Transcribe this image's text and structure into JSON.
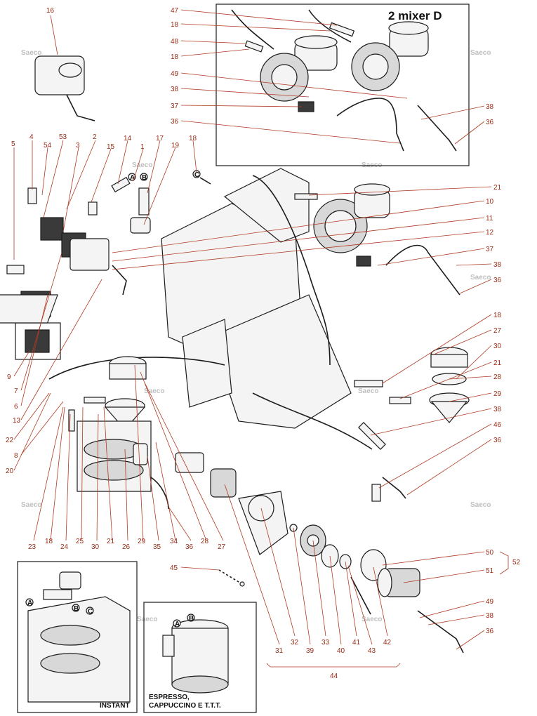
{
  "title": "2 mixer D",
  "caption_instant": "INSTANT",
  "caption_espresso_line1": "ESPRESSO,",
  "caption_espresso_line2": "CAPPUCCINO E T.T.T.",
  "watermark": "Saeco",
  "connector_a": "A",
  "connector_b": "B",
  "connector_c": "C",
  "labels": [
    {
      "id": "16",
      "text": "16"
    },
    {
      "id": "47",
      "text": "47"
    },
    {
      "id": "18a",
      "text": "18"
    },
    {
      "id": "48",
      "text": "48"
    },
    {
      "id": "18b",
      "text": "18"
    },
    {
      "id": "49a",
      "text": "49"
    },
    {
      "id": "38a",
      "text": "38"
    },
    {
      "id": "37a",
      "text": "37"
    },
    {
      "id": "36a",
      "text": "36"
    },
    {
      "id": "38b",
      "text": "38"
    },
    {
      "id": "36b",
      "text": "36"
    },
    {
      "id": "5",
      "text": "5"
    },
    {
      "id": "4",
      "text": "4"
    },
    {
      "id": "54",
      "text": "54"
    },
    {
      "id": "53",
      "text": "53"
    },
    {
      "id": "3",
      "text": "3"
    },
    {
      "id": "2",
      "text": "2"
    },
    {
      "id": "15",
      "text": "15"
    },
    {
      "id": "14",
      "text": "14"
    },
    {
      "id": "1",
      "text": "1"
    },
    {
      "id": "17",
      "text": "17"
    },
    {
      "id": "19",
      "text": "19"
    },
    {
      "id": "18c",
      "text": "18"
    },
    {
      "id": "21a",
      "text": "21"
    },
    {
      "id": "10",
      "text": "10"
    },
    {
      "id": "11",
      "text": "11"
    },
    {
      "id": "12",
      "text": "12"
    },
    {
      "id": "37b",
      "text": "37"
    },
    {
      "id": "38c",
      "text": "38"
    },
    {
      "id": "36c",
      "text": "36"
    },
    {
      "id": "18d",
      "text": "18"
    },
    {
      "id": "27a",
      "text": "27"
    },
    {
      "id": "30a",
      "text": "30"
    },
    {
      "id": "21b",
      "text": "21"
    },
    {
      "id": "28a",
      "text": "28"
    },
    {
      "id": "29a",
      "text": "29"
    },
    {
      "id": "38d",
      "text": "38"
    },
    {
      "id": "46",
      "text": "46"
    },
    {
      "id": "36d",
      "text": "36"
    },
    {
      "id": "9",
      "text": "9"
    },
    {
      "id": "7",
      "text": "7"
    },
    {
      "id": "6",
      "text": "6"
    },
    {
      "id": "13",
      "text": "13"
    },
    {
      "id": "22",
      "text": "22"
    },
    {
      "id": "8",
      "text": "8"
    },
    {
      "id": "20",
      "text": "20"
    },
    {
      "id": "23",
      "text": "23"
    },
    {
      "id": "18e",
      "text": "18"
    },
    {
      "id": "24",
      "text": "24"
    },
    {
      "id": "25",
      "text": "25"
    },
    {
      "id": "30b",
      "text": "30"
    },
    {
      "id": "21c",
      "text": "21"
    },
    {
      "id": "26",
      "text": "26"
    },
    {
      "id": "29b",
      "text": "29"
    },
    {
      "id": "35",
      "text": "35"
    },
    {
      "id": "34",
      "text": "34"
    },
    {
      "id": "36e",
      "text": "36"
    },
    {
      "id": "28b",
      "text": "28"
    },
    {
      "id": "27b",
      "text": "27"
    },
    {
      "id": "45",
      "text": "45"
    },
    {
      "id": "50",
      "text": "50"
    },
    {
      "id": "51",
      "text": "51"
    },
    {
      "id": "52",
      "text": "52"
    },
    {
      "id": "49b",
      "text": "49"
    },
    {
      "id": "38e",
      "text": "38"
    },
    {
      "id": "36f",
      "text": "36"
    },
    {
      "id": "31",
      "text": "31"
    },
    {
      "id": "32",
      "text": "32"
    },
    {
      "id": "39",
      "text": "39"
    },
    {
      "id": "33",
      "text": "33"
    },
    {
      "id": "40",
      "text": "40"
    },
    {
      "id": "41",
      "text": "41"
    },
    {
      "id": "43",
      "text": "43"
    },
    {
      "id": "42",
      "text": "42"
    },
    {
      "id": "44",
      "text": "44"
    }
  ],
  "colors": {
    "label": "#9a2a14",
    "leader": "#b03a22",
    "line": "#1c1c1c",
    "watermark": "#bfbfbf"
  }
}
